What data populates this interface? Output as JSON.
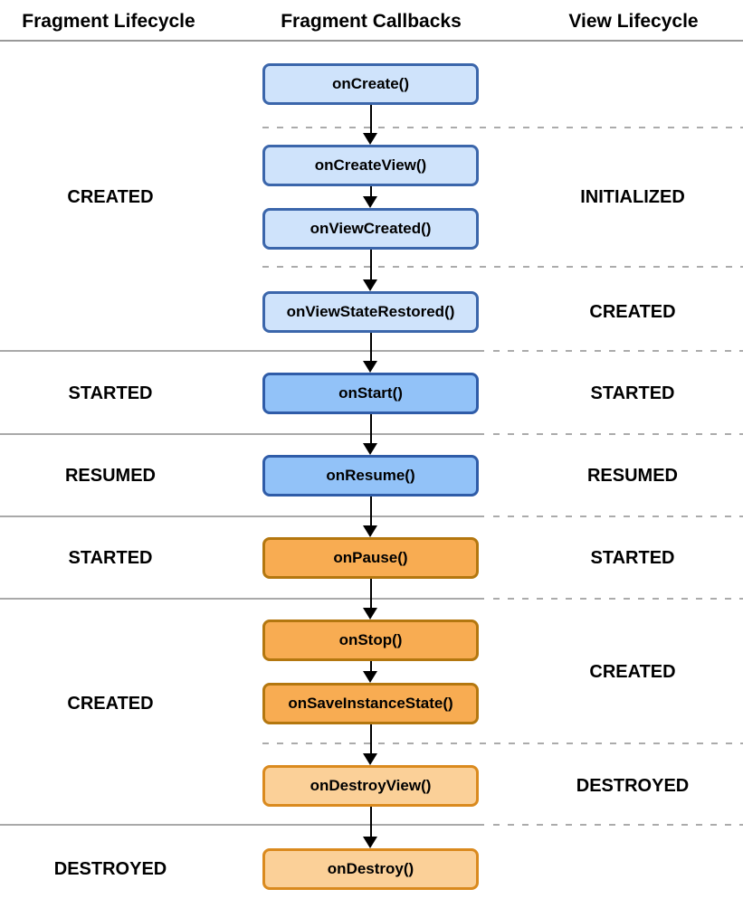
{
  "headers": [
    "Fragment Lifecycle",
    "Fragment Callbacks",
    "View Lifecycle"
  ],
  "callbacks": [
    {
      "label": "onCreate()",
      "tier": "light-blue"
    },
    {
      "label": "onCreateView()",
      "tier": "light-blue"
    },
    {
      "label": "onViewCreated()",
      "tier": "light-blue"
    },
    {
      "label": "onViewStateRestored()",
      "tier": "light-blue"
    },
    {
      "label": "onStart()",
      "tier": "medium-blue"
    },
    {
      "label": "onResume()",
      "tier": "medium-blue"
    },
    {
      "label": "onPause()",
      "tier": "orange"
    },
    {
      "label": "onStop()",
      "tier": "orange"
    },
    {
      "label": "onSaveInstanceState()",
      "tier": "orange"
    },
    {
      "label": "onDestroyView()",
      "tier": "light-orange"
    },
    {
      "label": "onDestroy()",
      "tier": "light-orange"
    }
  ],
  "fragment_states": [
    "CREATED",
    "STARTED",
    "RESUMED",
    "STARTED",
    "CREATED",
    "DESTROYED"
  ],
  "view_states": [
    "INITIALIZED",
    "CREATED",
    "STARTED",
    "RESUMED",
    "STARTED",
    "CREATED",
    "DESTROYED"
  ],
  "colors": {
    "light_blue_fill": "#cfe3fb",
    "light_blue_border": "#3b66ab",
    "medium_blue_fill": "#92c2f8",
    "medium_blue_border": "#2f5ca8",
    "orange_fill": "#f8ac52",
    "orange_border": "#b4770f",
    "light_orange_fill": "#fbd098",
    "light_orange_border": "#da8a1e",
    "separator_gray": "#a9a9a9",
    "header_line_gray": "#999999",
    "arrow_black": "#000000"
  }
}
